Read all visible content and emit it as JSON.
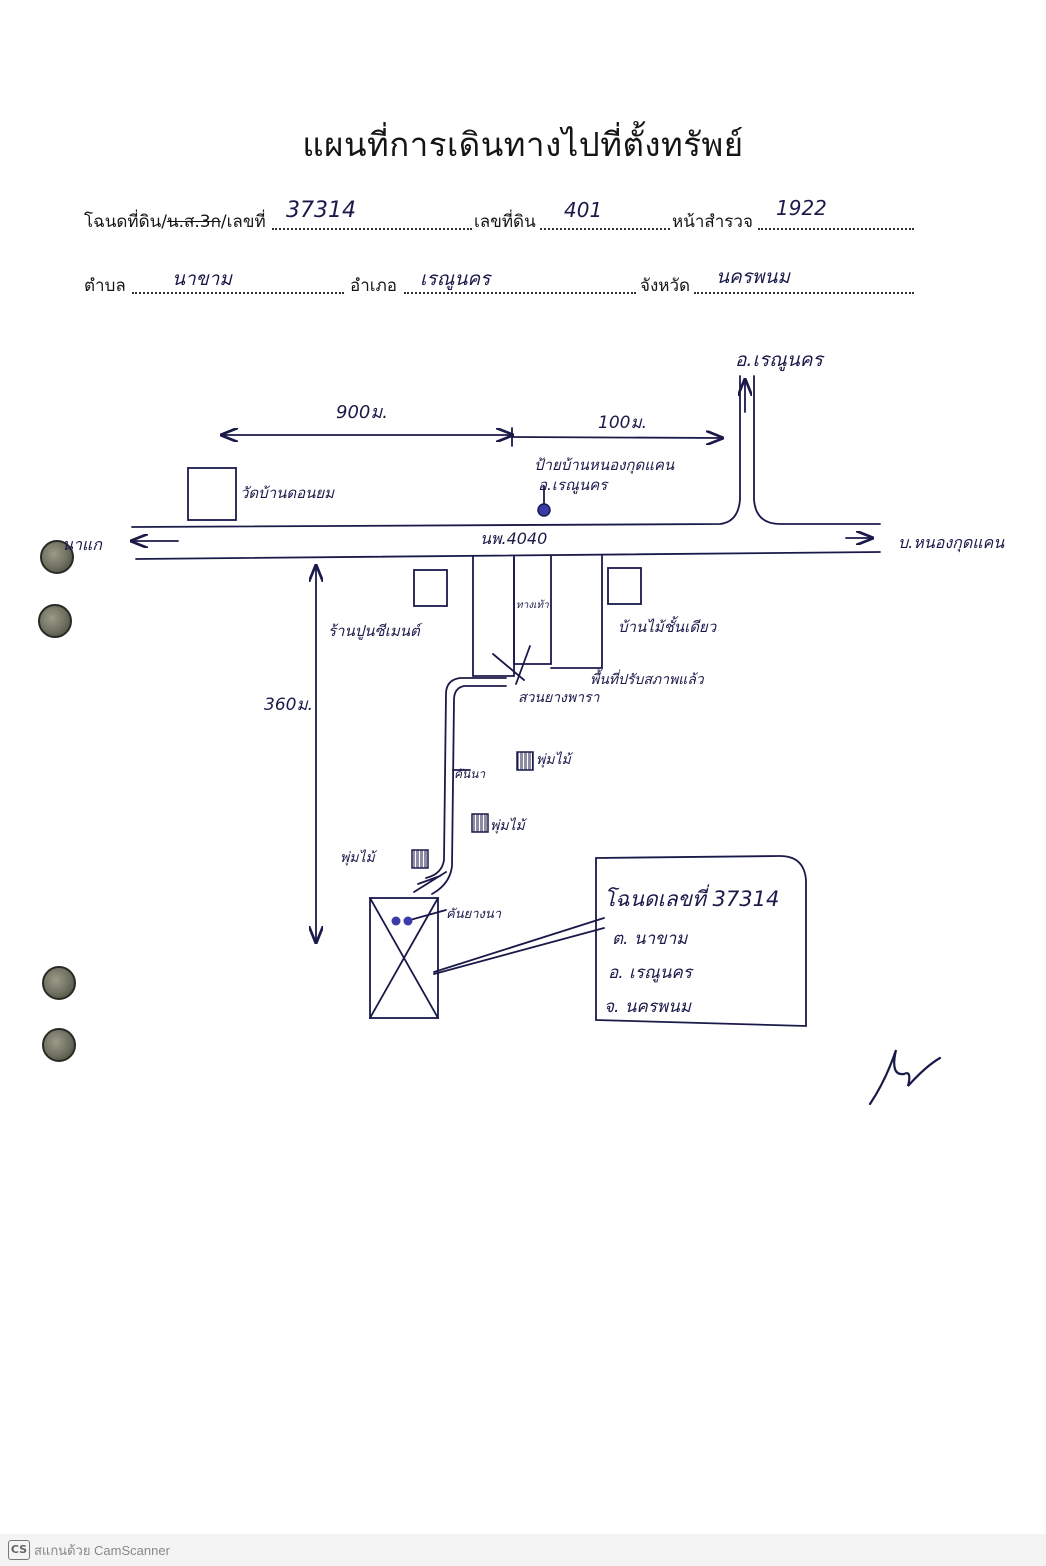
{
  "title": "แผนที่การเดินทางไปที่ตั้งทรัพย์",
  "form": {
    "deed_label_a": "โฉนดที่ดิน/",
    "deed_label_strike": "น.ส.3ก",
    "deed_label_b": "/เลขที่",
    "deed_no": "37314",
    "land_no_label": "เลขที่ดิน",
    "land_no": "401",
    "survey_page_label": "หน้าสำรวจ",
    "survey_page": "1922",
    "subdistrict_label": "ตำบล",
    "subdistrict": "นาขาม",
    "district_label": "อำเภอ",
    "district": "เรณูนคร",
    "province_label": "จังหวัด",
    "province": "นครพนม"
  },
  "map": {
    "to_district": "อ.เรณูนคร",
    "dist_left": "900ม.",
    "dist_right": "100ม.",
    "dist_vertical": "360ม.",
    "sign_line1": "ป้ายบ้านหนองกุดแคน",
    "sign_line2": "อ.เรณูนคร",
    "temple": "วัดบ้านดอนยม",
    "road_name": "นพ.4040",
    "to_left": "นาแก",
    "to_right": "บ.หนองกุดแคน",
    "left_building": "ร้านปูนซีเมนต์",
    "right_building": "บ้านไม้ชั้นเดียว",
    "lane_label": "ทางเท้า",
    "gravel_area": "พื้นที่ปรับสภาพแล้ว",
    "rubber_garden": "สวนยางพารา",
    "bush1": "พุ่มไม้",
    "bush2": "พุ่มไม้",
    "bush3": "พุ่มไม้",
    "dike": "คันนา",
    "dike_path": "คันยางนา",
    "box_line1": "โฉนดเลขที่ 37314",
    "box_line2": "ต. นาขาม",
    "box_line3": "อ. เรณูนคร",
    "box_line4": "จ. นครพนม"
  },
  "footer": {
    "logo": "CS",
    "text": "สแกนด้วย CamScanner"
  },
  "colors": {
    "ink": "#151515",
    "pen": "#1a1a4a",
    "marker": "#3a3aa8"
  }
}
